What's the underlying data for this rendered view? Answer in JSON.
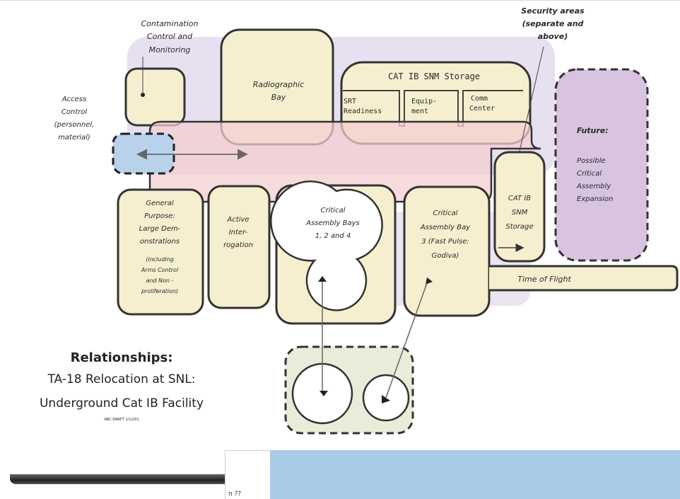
{
  "labels": {
    "contamination": [
      "Contamination",
      "Control and",
      "Monitoring"
    ],
    "security": [
      "Security areas",
      "(separate and",
      "above)"
    ],
    "access": [
      "Access",
      "Control",
      "(personnel,",
      "material)"
    ],
    "radiographic": [
      "Radiographic",
      "Bay"
    ],
    "storage_title": "CAT IB SNM Storage",
    "srt": [
      "SRT",
      "Readiness"
    ],
    "equipment": [
      "Equip-",
      "ment"
    ],
    "comm": [
      "Comm",
      "Center"
    ],
    "future_title": "Future:",
    "future_body": [
      "Possible",
      "Critical",
      "Assembly",
      "Expansion"
    ],
    "general": [
      "General",
      "Purpose:",
      "Large Dem-",
      "onstrations"
    ],
    "general_small": [
      "(including",
      "Arms Control",
      "and Non -",
      "proliferation)"
    ],
    "active": [
      "Active",
      "Inter-",
      "rogation"
    ],
    "critical_124": [
      "Critical",
      "Assembly Bays",
      "1, 2 and 4"
    ],
    "critical_3": [
      "Critical",
      "Assembly Bay",
      "3 (Fast Pulse:",
      "Godiva)"
    ],
    "cat_storage": [
      "CAT IB",
      "SNM",
      "Storage"
    ],
    "time_of_flight": "Time of Flight",
    "relationships": "Relationships:",
    "subtitle_1": "TA-18 Relocation at SNL:",
    "subtitle_2": "Underground Cat IB Facility",
    "draft": "ABC-DRAFT 1/11/01",
    "strip_text": "n ??"
  },
  "colors": {
    "cream": "#f6efcf",
    "pink": "#f3cfd0",
    "lavender": "#ddd3ea",
    "blue": "#b9d2ec",
    "purple": "#d8c3e0",
    "green": "#e7edd8",
    "panel_blue": "#aacbe8"
  }
}
